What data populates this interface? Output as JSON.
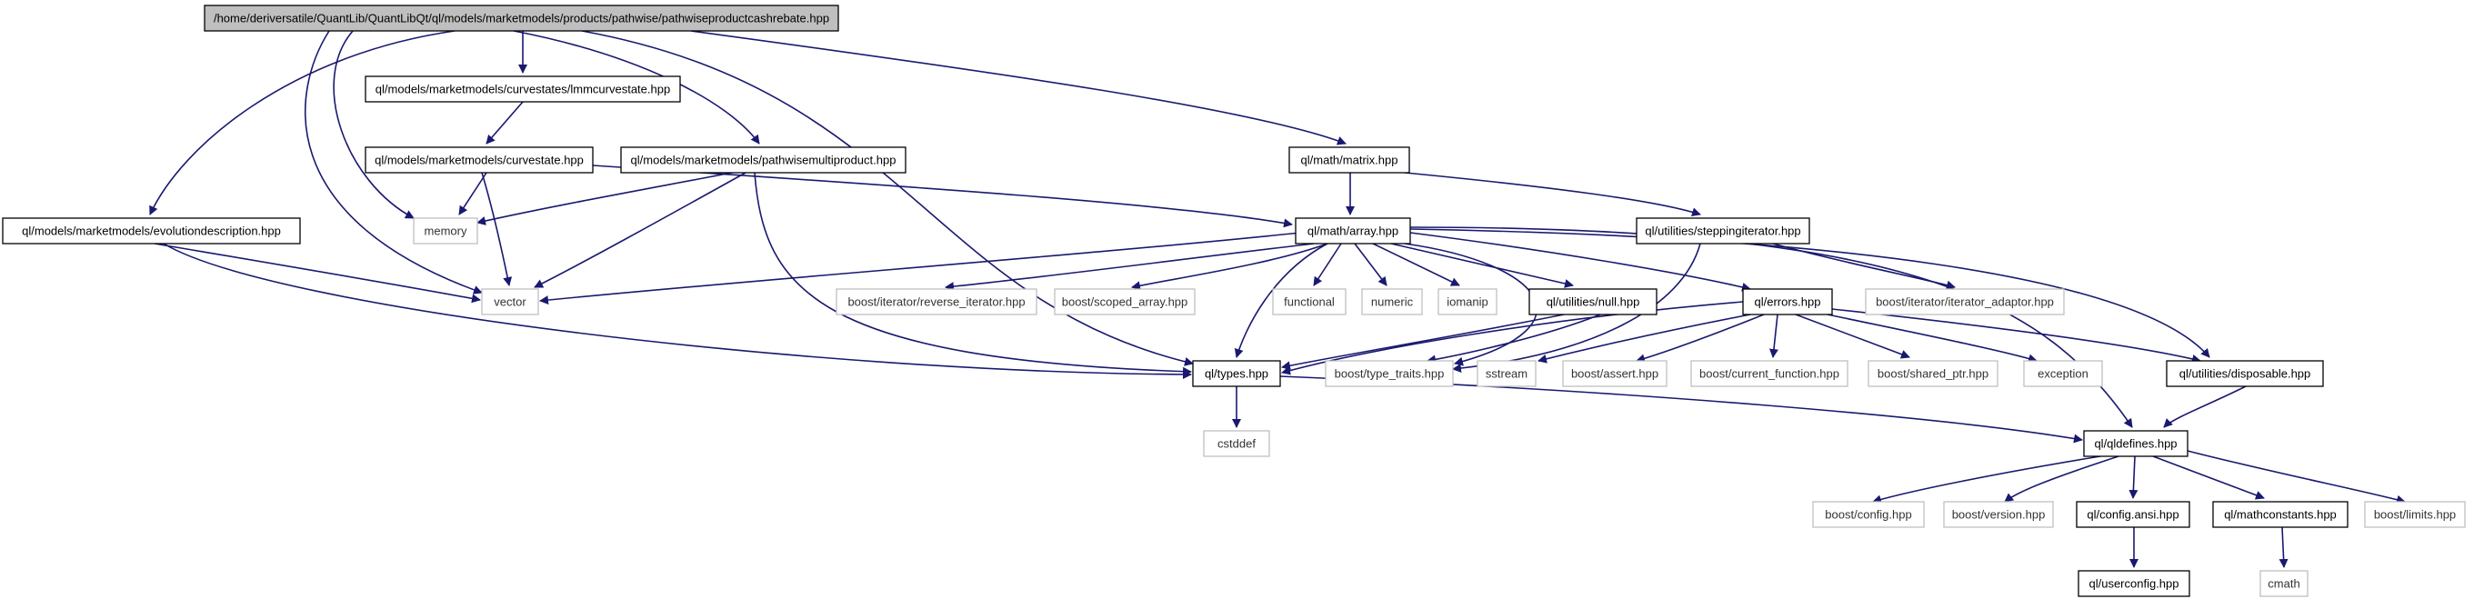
{
  "graph": {
    "colors": {
      "edge": "#191970",
      "root_fill": "#bfbfbf",
      "doc_border": "#000000",
      "ext_border": "#bfbfbf"
    },
    "nodes": {
      "root": {
        "label": "/home/deriversatile/QuantLib/QuantLibQt/ql/models/marketmodels/products/pathwise/pathwiseproductcashrebate.hpp"
      },
      "lmmcurvestate": {
        "label": "ql/models/marketmodels/curvestates/lmmcurvestate.hpp"
      },
      "curvestate": {
        "label": "ql/models/marketmodels/curvestate.hpp"
      },
      "pathwisemulti": {
        "label": "ql/models/marketmodels/pathwisemultiproduct.hpp"
      },
      "evolution": {
        "label": "ql/models/marketmodels/evolutiondescription.hpp"
      },
      "memory": {
        "label": "memory"
      },
      "vector": {
        "label": "vector"
      },
      "matrix": {
        "label": "ql/math/matrix.hpp"
      },
      "array": {
        "label": "ql/math/array.hpp"
      },
      "stepping": {
        "label": "ql/utilities/steppingiterator.hpp"
      },
      "iteradaptor": {
        "label": "boost/iterator/iterator_adaptor.hpp"
      },
      "reverseiter": {
        "label": "boost/iterator/reverse_iterator.hpp"
      },
      "scopedarray": {
        "label": "boost/scoped_array.hpp"
      },
      "functional": {
        "label": "functional"
      },
      "numeric": {
        "label": "numeric"
      },
      "iomanip": {
        "label": "iomanip"
      },
      "null": {
        "label": "ql/utilities/null.hpp"
      },
      "errors": {
        "label": "ql/errors.hpp"
      },
      "types": {
        "label": "ql/types.hpp"
      },
      "typetraits": {
        "label": "boost/type_traits.hpp"
      },
      "sstream": {
        "label": "sstream"
      },
      "assert": {
        "label": "boost/assert.hpp"
      },
      "curfunc": {
        "label": "boost/current_function.hpp"
      },
      "sharedptr": {
        "label": "boost/shared_ptr.hpp"
      },
      "exception": {
        "label": "exception"
      },
      "disposable": {
        "label": "ql/utilities/disposable.hpp"
      },
      "cstddef": {
        "label": "cstddef"
      },
      "qldefines": {
        "label": "ql/qldefines.hpp"
      },
      "bconfig": {
        "label": "boost/config.hpp"
      },
      "bversion": {
        "label": "boost/version.hpp"
      },
      "configansi": {
        "label": "ql/config.ansi.hpp"
      },
      "mathconst": {
        "label": "ql/mathconstants.hpp"
      },
      "blimits": {
        "label": "boost/limits.hpp"
      },
      "userconfig": {
        "label": "ql/userconfig.hpp"
      },
      "cmath": {
        "label": "cmath"
      }
    }
  }
}
